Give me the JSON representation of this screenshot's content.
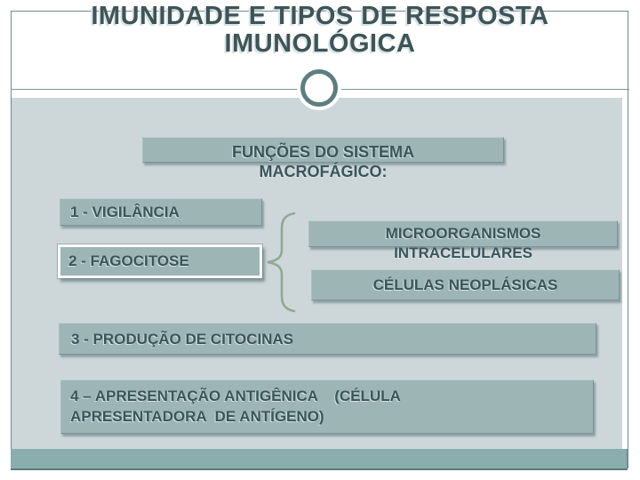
{
  "slide": {
    "title_lines": [
      "IMUNIDADE E TIPOS DE RESPOSTA",
      "IMUNOLÓGICA"
    ],
    "header_box": {
      "lines": [
        "FUNÇÕES DO SISTEMA",
        "MACROFÁGICO:"
      ]
    },
    "items": [
      {
        "label": "1 - VIGILÂNCIA"
      },
      {
        "label": "2 - FAGOCITOSE",
        "highlighted": true
      },
      {
        "label": "3 - PRODUÇÃO DE CITOCINAS"
      },
      {
        "lines": [
          "4 – APRESENTAÇÃO ANTIGÊNICA    (CÉLULA",
          "APRESENTADORA  DE ANTÍGENO)"
        ]
      }
    ],
    "brace_targets": [
      {
        "lines": [
          "MICROORGANISMOS",
          "INTRACELULARES"
        ]
      },
      {
        "label": "CÉLULAS NEOPLÁSICAS"
      }
    ],
    "colors": {
      "title_text": "#3e5456",
      "box_fill": "#9eb5b6",
      "box_text": "#3a5558",
      "panel_bg": "#cdd7da",
      "bottom_bar": "#8badad",
      "brace": "#92a88f",
      "frame_border": "#72898c",
      "highlight_border": "#ffffff"
    }
  }
}
